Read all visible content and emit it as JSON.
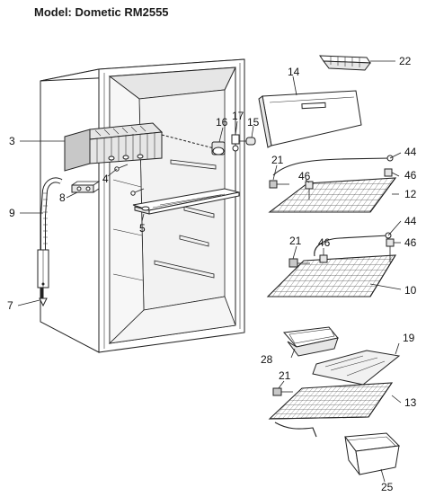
{
  "title": "Model: Dometic RM2555",
  "callouts": [
    {
      "key": "c22",
      "text": "22"
    },
    {
      "key": "c14",
      "text": "14"
    },
    {
      "key": "c3",
      "text": "3"
    },
    {
      "key": "c16",
      "text": "16"
    },
    {
      "key": "c17",
      "text": "17"
    },
    {
      "key": "c15",
      "text": "15"
    },
    {
      "key": "c44a",
      "text": "44"
    },
    {
      "key": "c21a",
      "text": "21"
    },
    {
      "key": "c46a",
      "text": "46"
    },
    {
      "key": "c46b",
      "text": "46"
    },
    {
      "key": "c4",
      "text": "4"
    },
    {
      "key": "c8",
      "text": "8"
    },
    {
      "key": "c12",
      "text": "12"
    },
    {
      "key": "c9",
      "text": "9"
    },
    {
      "key": "c5",
      "text": "5"
    },
    {
      "key": "c44b",
      "text": "44"
    },
    {
      "key": "c21b",
      "text": "21"
    },
    {
      "key": "c46c",
      "text": "46"
    },
    {
      "key": "c46d",
      "text": "46"
    },
    {
      "key": "c7",
      "text": "7"
    },
    {
      "key": "c10",
      "text": "10"
    },
    {
      "key": "c19",
      "text": "19"
    },
    {
      "key": "c28",
      "text": "28"
    },
    {
      "key": "c21c",
      "text": "21"
    },
    {
      "key": "c13",
      "text": "13"
    },
    {
      "key": "c25",
      "text": "25"
    }
  ]
}
